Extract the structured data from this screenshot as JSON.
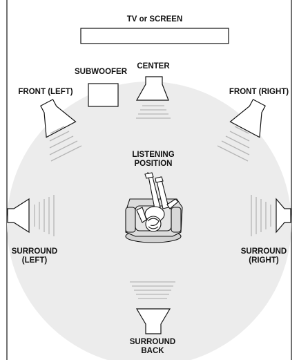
{
  "labels": {
    "tv_screen": "TV or SCREEN",
    "subwoofer": "SUBWOOFER",
    "center": "CENTER",
    "front_left": "FRONT (LEFT)",
    "front_right": "FRONT (RIGHT)",
    "listening_position": "LISTENING\nPOSITION",
    "surround_left": "SURROUND\n(LEFT)",
    "surround_right": "SURROUND\n(RIGHT)",
    "surround_back": "SURROUND\nBACK"
  },
  "colors": {
    "room_circle": "#ececec",
    "line": "#111111",
    "sound_lines": "#b5b5b5",
    "couch": "#dcdcdc"
  },
  "icons": {
    "screen": "tv-screen-icon",
    "subwoofer": "subwoofer-icon",
    "speaker": "speaker-icon",
    "listener": "listener-on-couch-icon"
  }
}
